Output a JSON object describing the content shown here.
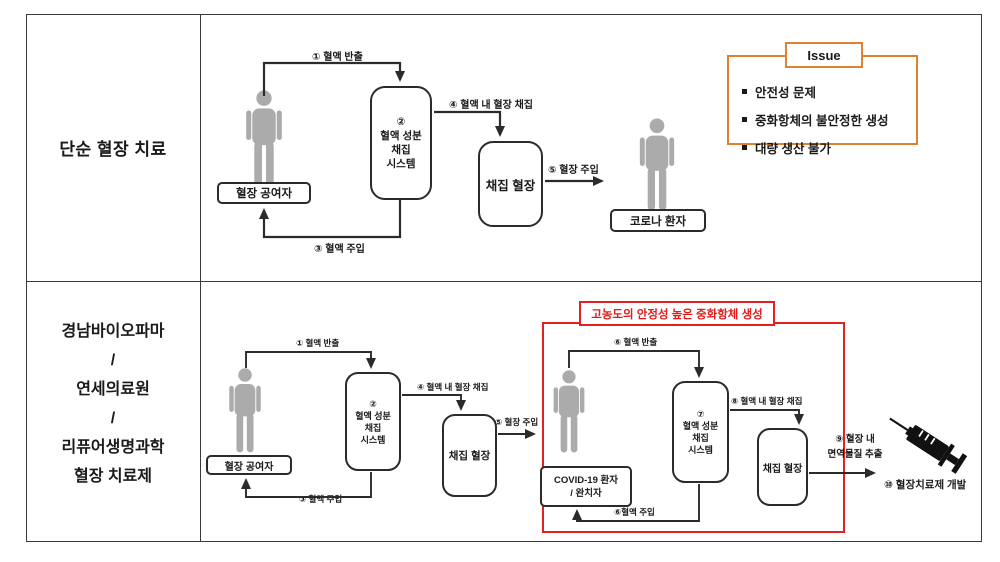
{
  "table": {
    "row1_header": "단순 혈장 치료",
    "row2_header_lines": [
      "경남바이오파마",
      "/",
      "연세의료원",
      "/",
      "리퓨어생명과학",
      "혈장 치료제"
    ]
  },
  "simple_therapy": {
    "donor_label": "혈장 공여자",
    "system_lines": [
      "②",
      "혈액 성분",
      "채집",
      "시스템"
    ],
    "plasma_label": "채집 혈장",
    "patient_label": "코로나 환자",
    "step1": "① 혈액 반출",
    "step3": "③ 혈액 주입",
    "step4": "④ 혈액 내 혈장 채집",
    "step5": "⑤ 혈장 주입",
    "issue": {
      "title": "Issue",
      "items": [
        "안전성 문제",
        "중화항체의 불안정한 생성",
        "대량 생산 불가"
      ]
    }
  },
  "new_therapy": {
    "donor_label": "혈장 공여자",
    "system_lines": [
      "②",
      "혈액 성분",
      "채집",
      "시스템"
    ],
    "plasma_label": "채집 혈장",
    "step1": "① 혈액 반출",
    "step3": "③ 혈액 주입",
    "step4": "④ 혈액 내 혈장 채집",
    "step5": "⑤ 혈장 주입",
    "red_box": {
      "title": "고농도의 안정성 높은 중화항체 생성",
      "patient_lines": [
        "COVID-19 환자",
        "/ 완치자"
      ],
      "system_lines": [
        "⑦",
        "혈액 성분",
        "채집",
        "시스템"
      ],
      "plasma_label": "채집 혈장",
      "step6": "⑥ 혈액 반출",
      "step8": "⑧ 혈액 내 혈장 채집",
      "step_return": "⑥혈액 주입"
    },
    "step9_lines": [
      "⑨ 혈장 내",
      "면역물질 추출"
    ],
    "step10": "⑩ 혈장치료제 개발"
  },
  "colors": {
    "red_accent": "#e02222",
    "orange_accent": "#e0812f",
    "person_gray": "#ababab",
    "line_color": "#2b2b2b"
  }
}
